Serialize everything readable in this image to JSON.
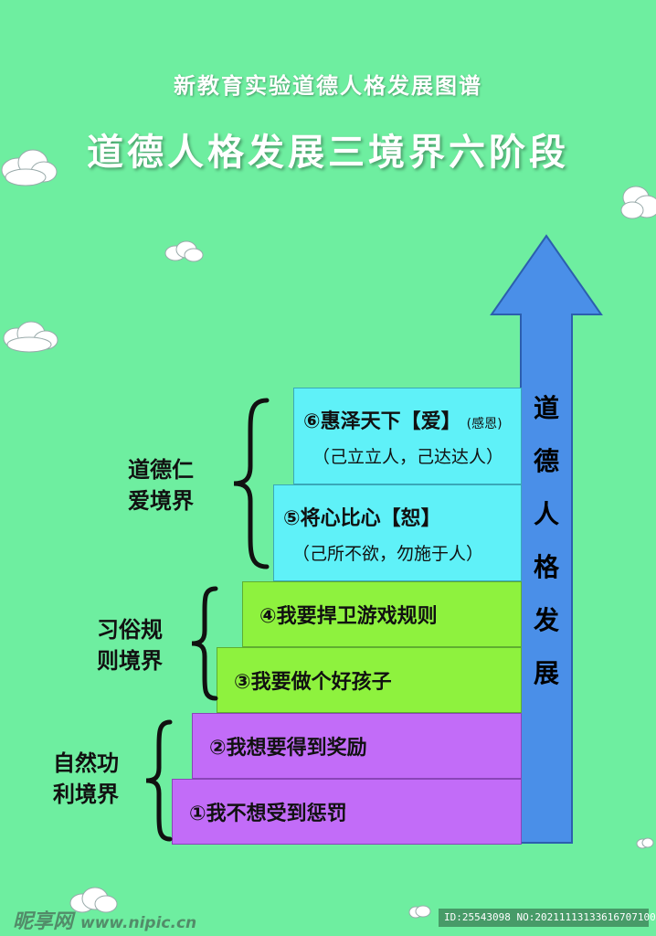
{
  "header": {
    "subtitle": "新教育实验道德人格发展图谱",
    "title": "道德人格发展三境界六阶段"
  },
  "arrow": {
    "label": "道德人格发展",
    "color": "#4a8fe8"
  },
  "realms": [
    {
      "text_line1": "道德仁",
      "text_line2": "爱境界"
    },
    {
      "text_line1": "习俗规",
      "text_line2": "则境界"
    },
    {
      "text_line1": "自然功",
      "text_line2": "利境界"
    }
  ],
  "steps": [
    {
      "label": "⑥惠泽天下【爱】",
      "note": "(感恩)",
      "sub": "（己立立人，己达达人）"
    },
    {
      "label": "⑤将心比心【恕】",
      "sub": "（己所不欲，勿施于人）"
    },
    {
      "label": "④我要捍卫游戏规则"
    },
    {
      "label": "③我要做个好孩子"
    },
    {
      "label": "②我想要得到奖励"
    },
    {
      "label": "①我不想受到惩罚"
    }
  ],
  "colors": {
    "background": "#6eeea0",
    "stage_cyan": "#5ff1f8",
    "stage_lime": "#8ef23e",
    "stage_violet": "#c26cf8"
  },
  "watermark": {
    "brand": "昵享网",
    "url": "www.nipic.cn",
    "id": "ID:25543098 NO:20211113133616707100"
  }
}
